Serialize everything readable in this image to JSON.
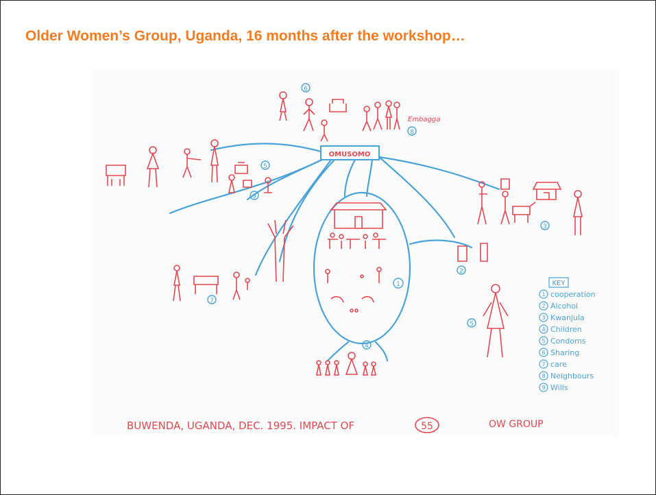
{
  "slide": {
    "title": "Older Women’s Group, Uganda, 16 months after the workshop…"
  },
  "drawing": {
    "center_label": "OMUSOMO",
    "embagga_label": "Embagga",
    "caption_left": "BUWENDA, UGANDA, DEC. 1995. IMPACT OF",
    "caption_circled": "55",
    "caption_right": "OW GROUP",
    "key_title": "KEY",
    "key_items": [
      {
        "num": "1",
        "label": "cooperation"
      },
      {
        "num": "2",
        "label": "Alcohol"
      },
      {
        "num": "3",
        "label": "Kwanjula"
      },
      {
        "num": "4",
        "label": "Children"
      },
      {
        "num": "5",
        "label": "Condoms"
      },
      {
        "num": "6",
        "label": "Sharing"
      },
      {
        "num": "7",
        "label": "care"
      },
      {
        "num": "8",
        "label": "Neighbours"
      },
      {
        "num": "9",
        "label": "Wills"
      }
    ],
    "group_markers": {
      "sharing": "6",
      "neighbours": "8",
      "condoms_top": "5",
      "wills": "9",
      "kwanjula": "3",
      "alcohol": "2",
      "cooperation": "1",
      "care": "7",
      "condoms_right": "5",
      "children": "4"
    },
    "colors": {
      "ink_red": "#e2474f",
      "ink_blue": "#4aa3d8",
      "title_orange": "#f47b20"
    }
  }
}
